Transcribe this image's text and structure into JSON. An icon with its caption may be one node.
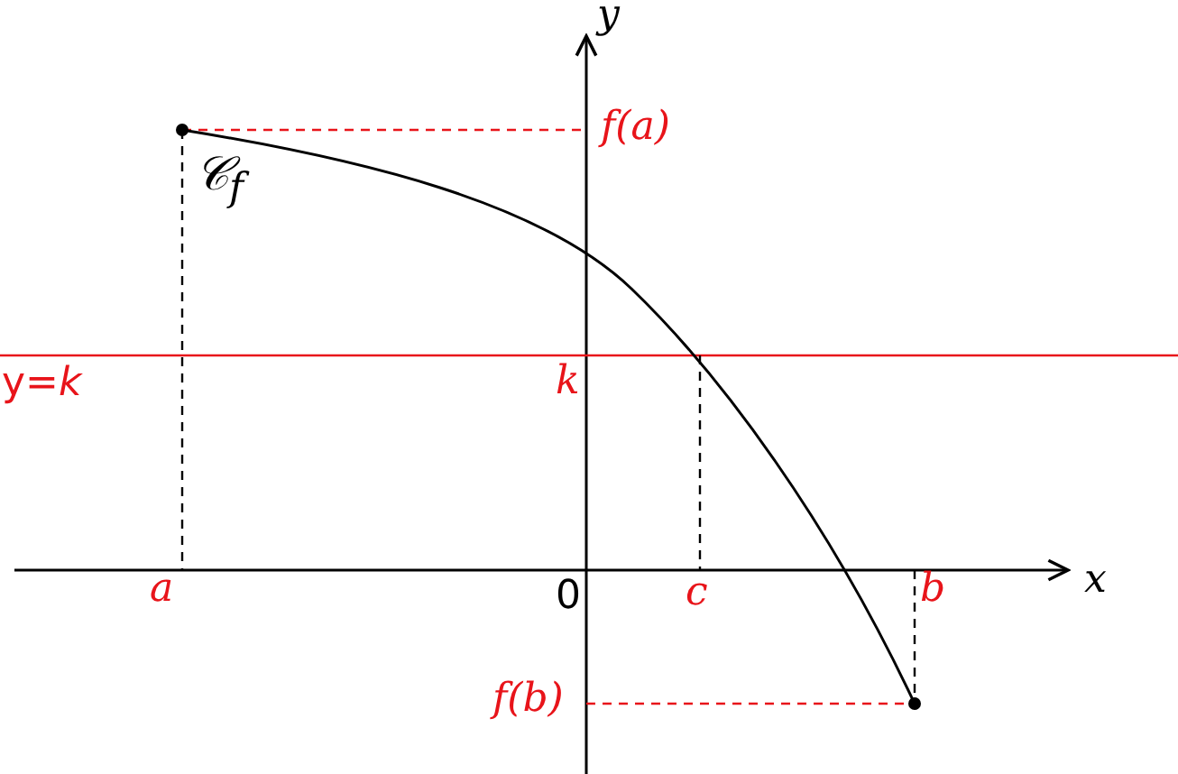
{
  "diagram": {
    "labels": [
      "y",
      "f(a)",
      "𝒞$_{f}$",
      "y=*k*",
      "k",
      "a",
      "0",
      "c",
      "b",
      "x",
      "f(b)"
    ]
  }
}
